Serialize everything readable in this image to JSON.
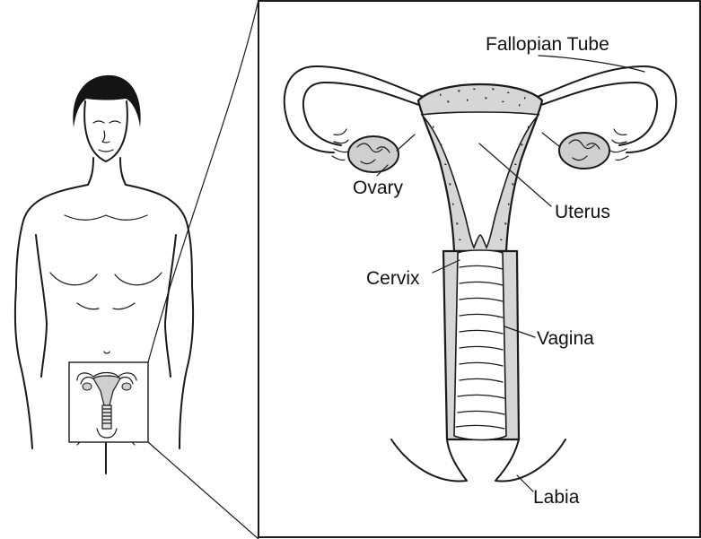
{
  "labels": {
    "fallopian_tube": "Fallopian Tube",
    "ovary": "Ovary",
    "uterus": "Uterus",
    "cervix": "Cervix",
    "vagina": "Vagina",
    "labia": "Labia"
  },
  "colors": {
    "line": "#1a1a1a",
    "tissue_fill": "#d6d6d6",
    "background": "#ffffff"
  }
}
